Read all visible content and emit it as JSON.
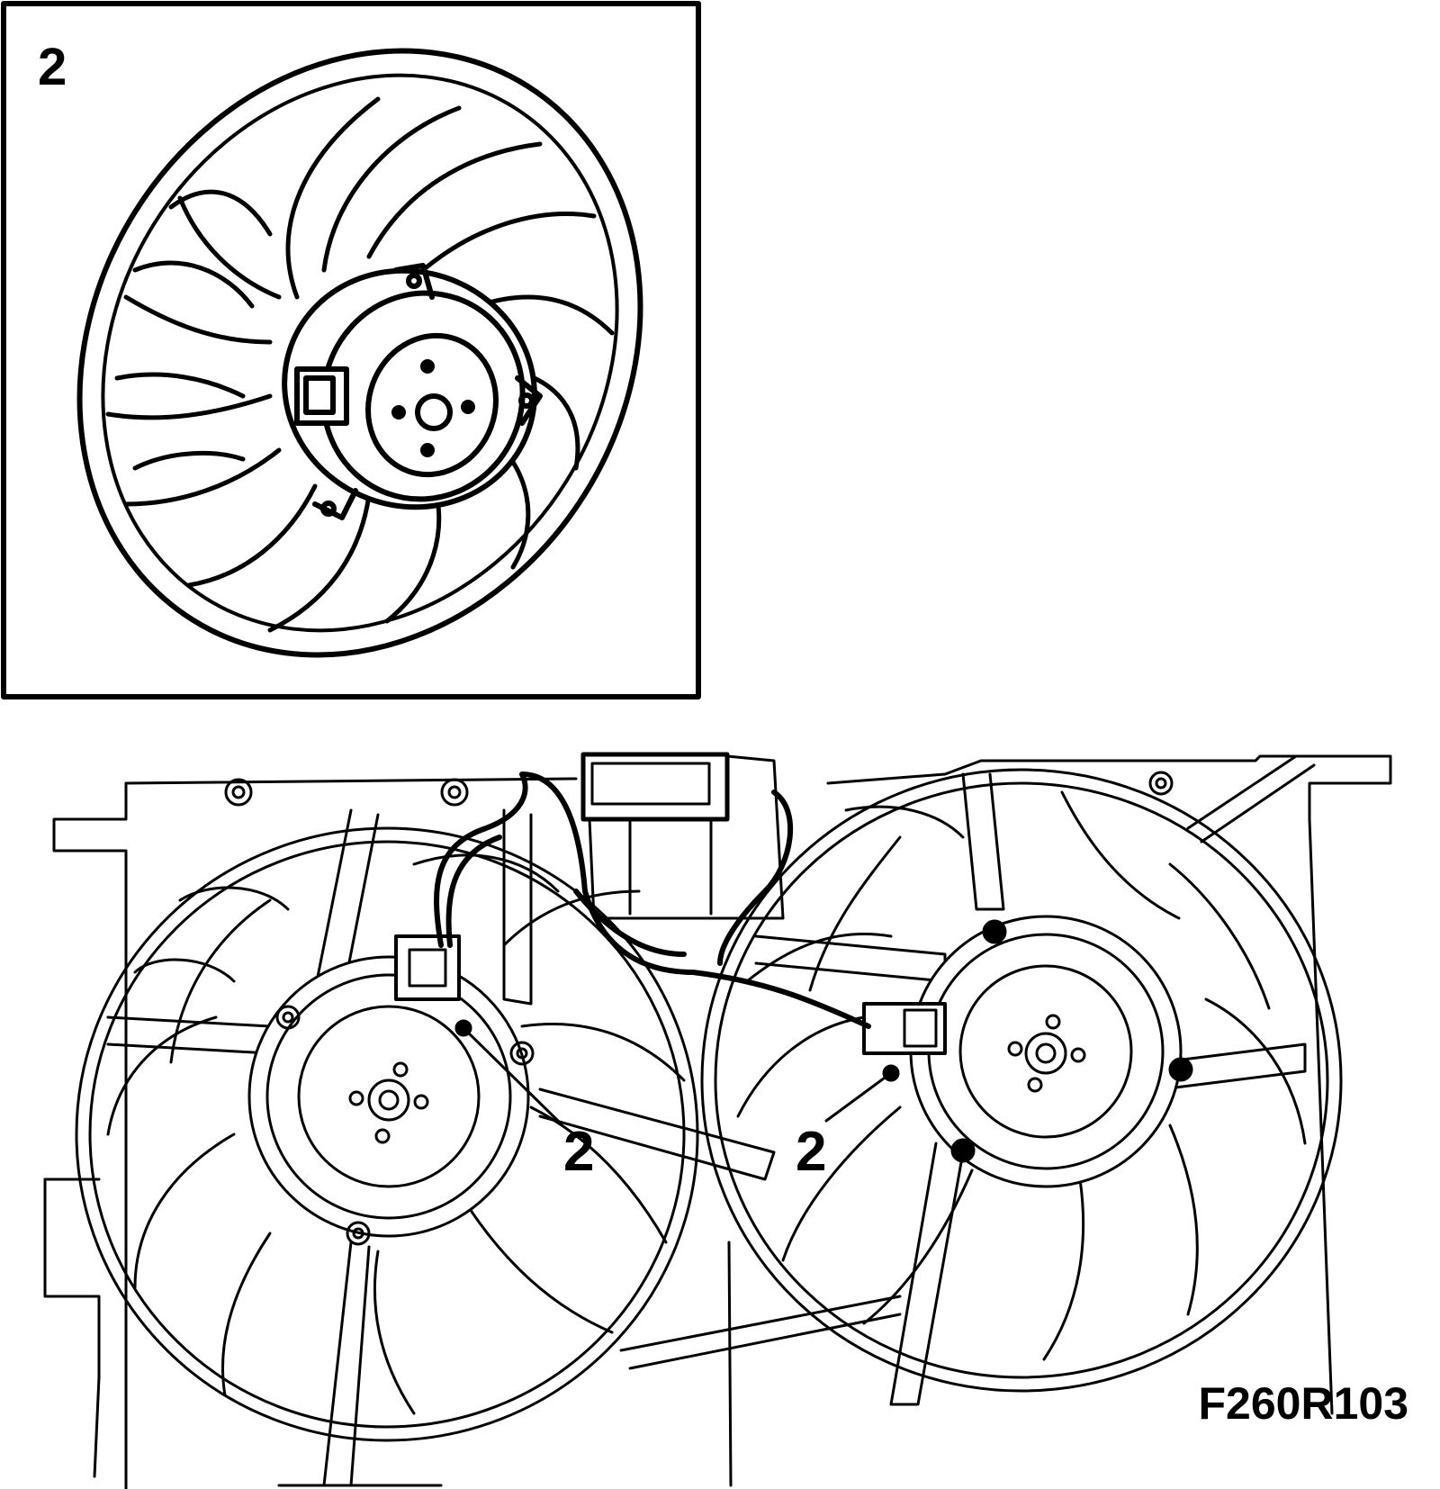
{
  "inset": {
    "label": "2"
  },
  "callouts": [
    {
      "label": "2"
    },
    {
      "label": "2"
    }
  ],
  "figure_id": "F260R103",
  "colors": {
    "ink": "#000000",
    "paper": "#ffffff"
  }
}
